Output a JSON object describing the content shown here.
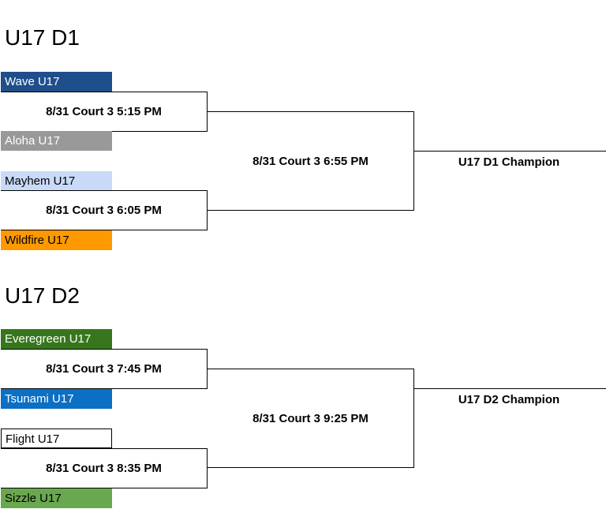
{
  "brackets": [
    {
      "title": "U17 D1",
      "teams": [
        {
          "name": "Wave U17",
          "bg": "#1f4e8c",
          "fg": "#ffffff"
        },
        {
          "name": "Aloha U17",
          "bg": "#999999",
          "fg": "#ffffff"
        },
        {
          "name": "Mayhem U17",
          "bg": "#c9daf8",
          "fg": "#000000"
        },
        {
          "name": "Wildfire U17",
          "bg": "#ff9900",
          "fg": "#000000"
        }
      ],
      "games": [
        "8/31 Court 3 5:15 PM",
        "8/31 Court 3 6:05 PM"
      ],
      "final": "8/31 Court 3 6:55 PM",
      "champion": "U17 D1 Champion"
    },
    {
      "title": "U17 D2",
      "teams": [
        {
          "name": "Everegreen U17",
          "bg": "#38761d",
          "fg": "#ffffff"
        },
        {
          "name": "Tsunami U17",
          "bg": "#0b6fc4",
          "fg": "#ffffff"
        },
        {
          "name": "Flight U17",
          "bg": "#ffffff",
          "fg": "#000000",
          "border": "#000000"
        },
        {
          "name": "Sizzle U17",
          "bg": "#6aa84f",
          "fg": "#000000"
        }
      ],
      "games": [
        "8/31 Court 3 7:45 PM",
        "8/31 Court 3 8:35 PM"
      ],
      "final": "8/31 Court 3 9:25 PM",
      "champion": "U17 D2 Champion"
    }
  ]
}
